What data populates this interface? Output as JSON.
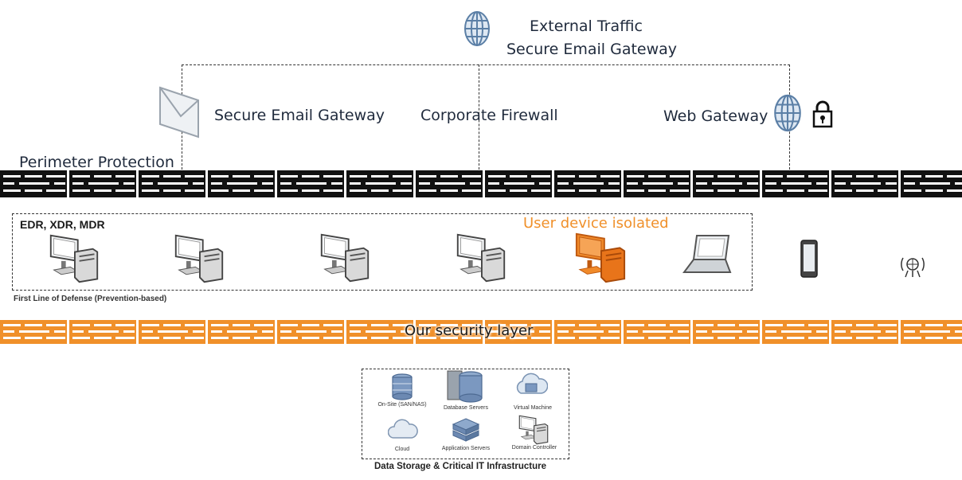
{
  "header": {
    "title_line1": "External Traffic",
    "title_line2": "Secure Email Gateway",
    "globe_icon": "globe-icon"
  },
  "perimeter": {
    "email_gateway": "Secure Email Gateway",
    "firewall": "Corporate Firewall",
    "web_gateway": "Web Gateway",
    "label": "Perimeter Protection",
    "icons": [
      "envelope-icon",
      "globe-icon",
      "lock-icon"
    ]
  },
  "endpoints": {
    "box_label": "EDR, XDR, MDR",
    "isolated_label": "User device isolated",
    "defense_label": "First Line of Defense (Prevention-based)",
    "devices": [
      "desktop-icon",
      "desktop-icon",
      "desktop-icon",
      "desktop-icon",
      "desktop-isolated-icon",
      "laptop-icon",
      "phone-icon",
      "iot-icon"
    ]
  },
  "security_layer": {
    "label": "Our security layer"
  },
  "infrastructure": {
    "items": [
      {
        "label": "On-Site (SAN/NAS)",
        "icon": "storage-icon"
      },
      {
        "label": "Database Servers",
        "icon": "database-servers-icon"
      },
      {
        "label": "Virtual Machine",
        "icon": "virtual-machine-icon"
      },
      {
        "label": "Cloud",
        "icon": "cloud-icon"
      },
      {
        "label": "Application Servers",
        "icon": "application-servers-icon"
      },
      {
        "label": "Domain Controller",
        "icon": "domain-controller-icon"
      }
    ],
    "caption": "Data Storage & Critical IT Infrastructure"
  },
  "colors": {
    "orange": "#f0902a",
    "wall_black": "#111111",
    "text_dark": "#1f2a3c"
  }
}
